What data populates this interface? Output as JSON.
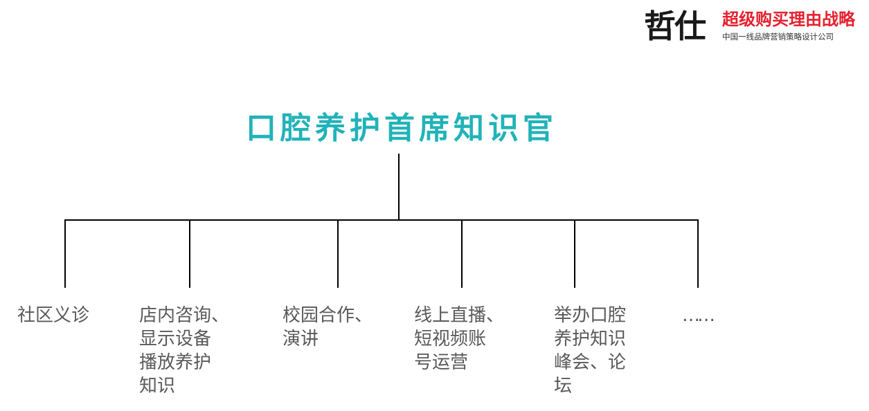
{
  "logo": {
    "mark": "哲仕",
    "slogan": "超级购买理由战略",
    "subtitle": "中国一线品牌营销策略设计公司",
    "colors": {
      "mark": "#1a1a1a",
      "slogan": "#e6202e"
    }
  },
  "diagram": {
    "root": "口腔养护首席知识官",
    "children": [
      {
        "label": "社区义诊"
      },
      {
        "label": "店内咨询、\n显示设备\n播放养护\n知识"
      },
      {
        "label": "校园合作、\n演讲"
      },
      {
        "label": "线上直播、\n短视频账\n号运营"
      },
      {
        "label": "举办口腔\n养护知识\n峰会、论\n坛"
      },
      {
        "label": "……"
      }
    ]
  },
  "colors": {
    "title": "#21b3b8",
    "text": "#595959",
    "line": "#000000",
    "background": "#ffffff"
  }
}
